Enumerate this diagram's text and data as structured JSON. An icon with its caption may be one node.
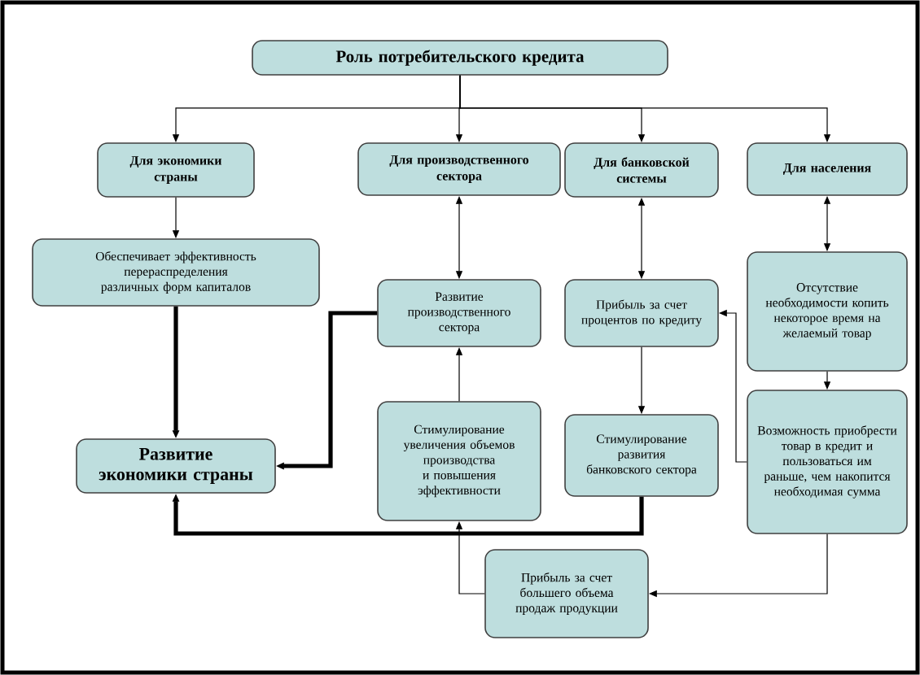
{
  "diagram": {
    "nodes": [
      {
        "text": [
          "Роль потребительского кредита"
        ]
      },
      {
        "text": [
          "Для экономики страны"
        ]
      },
      {
        "text": [
          "Для производственного сектора"
        ]
      },
      {
        "text": [
          "Для банковской системы"
        ]
      },
      {
        "text": [
          "Для населения"
        ]
      },
      {
        "text": [
          "Обеспечивает эффективность перераспределения различных форм капиталов"
        ]
      },
      {
        "text": [
          "Развитие производственного сектора"
        ]
      },
      {
        "text": [
          "Развитие экономики страны"
        ]
      },
      {
        "text": [
          "Стимулирование увеличения объемов производства и повышения эффективности"
        ]
      },
      {
        "text": [
          "Прибыль за счет процентов по кредиту"
        ]
      },
      {
        "text": [
          "Стимулирование развития банковского сектора"
        ]
      },
      {
        "text": [
          "Отсутствие необходимости копить некоторое время на желаемый товар"
        ]
      },
      {
        "text": [
          "Возможность приобрести товар в кредит и пользоваться им раньше, чем накопится необходимая сумма"
        ]
      },
      {
        "text": [
          "Прибыль за счет большего объема продаж продукции"
        ]
      }
    ],
    "edges": [
      {
        "from": 0,
        "to": 1,
        "arrow": "to"
      },
      {
        "from": 0,
        "to": 2,
        "arrow": "to"
      },
      {
        "from": 0,
        "to": 3,
        "arrow": "to"
      },
      {
        "from": 0,
        "to": 4,
        "arrow": "to"
      },
      {
        "from": 1,
        "to": 5,
        "arrow": "to"
      },
      {
        "from": 2,
        "to": 6,
        "arrow": "both"
      },
      {
        "from": 3,
        "to": 9,
        "arrow": "both"
      },
      {
        "from": 4,
        "to": 11,
        "arrow": "both"
      },
      {
        "from": 5,
        "to": 7,
        "arrow": "to",
        "style": "thick"
      },
      {
        "from": 6,
        "to": 7,
        "arrow": "to",
        "style": "thick"
      },
      {
        "from": 8,
        "to": 6,
        "arrow": "to"
      },
      {
        "from": 9,
        "to": 10,
        "arrow": "to"
      },
      {
        "from": 10,
        "to": 7,
        "arrow": "to",
        "style": "thick"
      },
      {
        "from": 11,
        "to": 12,
        "arrow": "to"
      },
      {
        "from": 12,
        "to": 9,
        "arrow": "to"
      },
      {
        "from": 12,
        "to": 13,
        "arrow": "to"
      },
      {
        "from": 13,
        "to": 8,
        "arrow": "to"
      }
    ]
  }
}
